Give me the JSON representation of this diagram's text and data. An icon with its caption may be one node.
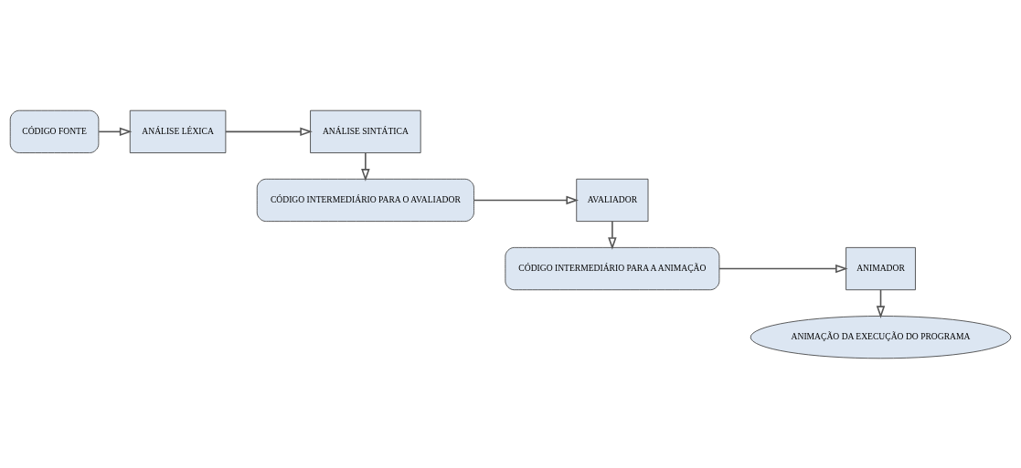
{
  "diagram": {
    "nodes": [
      {
        "text": [
          "CÓDIGO FONTE"
        ]
      },
      {
        "text": [
          "ANÁLISE LÉXICA"
        ]
      },
      {
        "text": [
          "ANÁLISE SINTÁTICA"
        ]
      },
      {
        "text": [
          "CÓDIGO INTERMEDIÁRIO PARA O AVALIADOR"
        ]
      },
      {
        "text": [
          "AVALIADOR"
        ]
      },
      {
        "text": [
          "CÓDIGO INTERMEDIÁRIO PARA A ANIMAÇÃO"
        ]
      },
      {
        "text": [
          "ANIMADOR"
        ]
      },
      {
        "text": [
          "ANIMAÇÃO DA EXECUÇÃO DO PROGRAMA"
        ]
      }
    ],
    "edges": [
      {
        "from": 0,
        "to": 1,
        "arrow": "to"
      },
      {
        "from": 1,
        "to": 2,
        "arrow": "to"
      },
      {
        "from": 2,
        "to": 3,
        "arrow": "to"
      },
      {
        "from": 3,
        "to": 4,
        "arrow": "to"
      },
      {
        "from": 4,
        "to": 5,
        "arrow": "to"
      },
      {
        "from": 5,
        "to": 6,
        "arrow": "to"
      },
      {
        "from": 6,
        "to": 7,
        "arrow": "to"
      }
    ]
  }
}
